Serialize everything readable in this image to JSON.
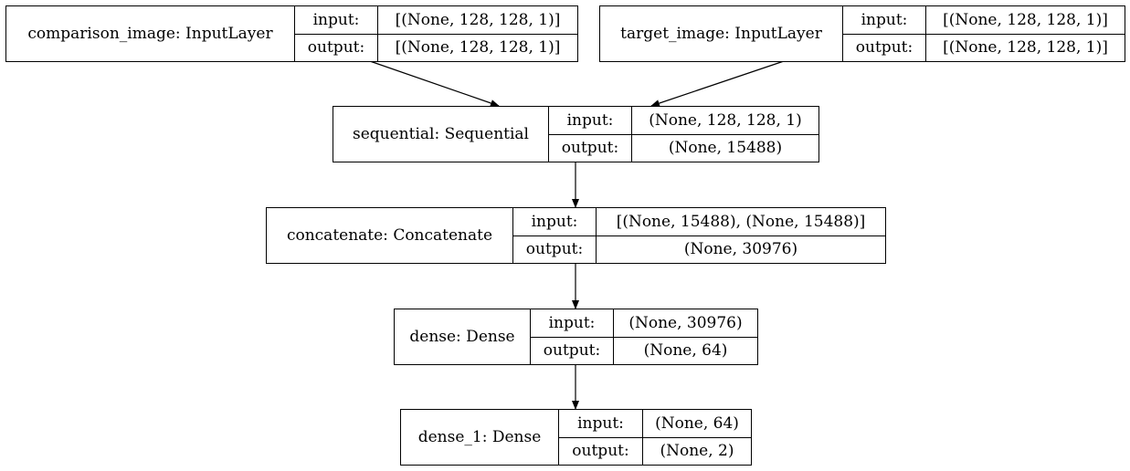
{
  "layers": [
    {
      "name": "comparison_image: InputLayer",
      "input_label": "input:",
      "output_label": "output:",
      "input": "[(None, 128, 128, 1)]",
      "output": "[(None, 128, 128, 1)]"
    },
    {
      "name": "target_image: InputLayer",
      "input_label": "input:",
      "output_label": "output:",
      "input": "[(None, 128, 128, 1)]",
      "output": "[(None, 128, 128, 1)]"
    },
    {
      "name": "sequential: Sequential",
      "input_label": "input:",
      "output_label": "output:",
      "input": "(None, 128, 128, 1)",
      "output": "(None, 15488)"
    },
    {
      "name": "concatenate: Concatenate",
      "input_label": "input:",
      "output_label": "output:",
      "input": "[(None, 15488), (None, 15488)]",
      "output": "(None, 30976)"
    },
    {
      "name": "dense: Dense",
      "input_label": "input:",
      "output_label": "output:",
      "input": "(None, 30976)",
      "output": "(None, 64)"
    },
    {
      "name": "dense_1: Dense",
      "input_label": "input:",
      "output_label": "output:",
      "input": "(None, 64)",
      "output": "(None, 2)"
    }
  ],
  "edges": [
    {
      "from": "comparison_image: InputLayer",
      "to": "sequential: Sequential"
    },
    {
      "from": "target_image: InputLayer",
      "to": "sequential: Sequential"
    },
    {
      "from": "sequential: Sequential",
      "to": "concatenate: Concatenate"
    },
    {
      "from": "concatenate: Concatenate",
      "to": "dense: Dense"
    },
    {
      "from": "dense: Dense",
      "to": "dense_1: Dense"
    }
  ]
}
